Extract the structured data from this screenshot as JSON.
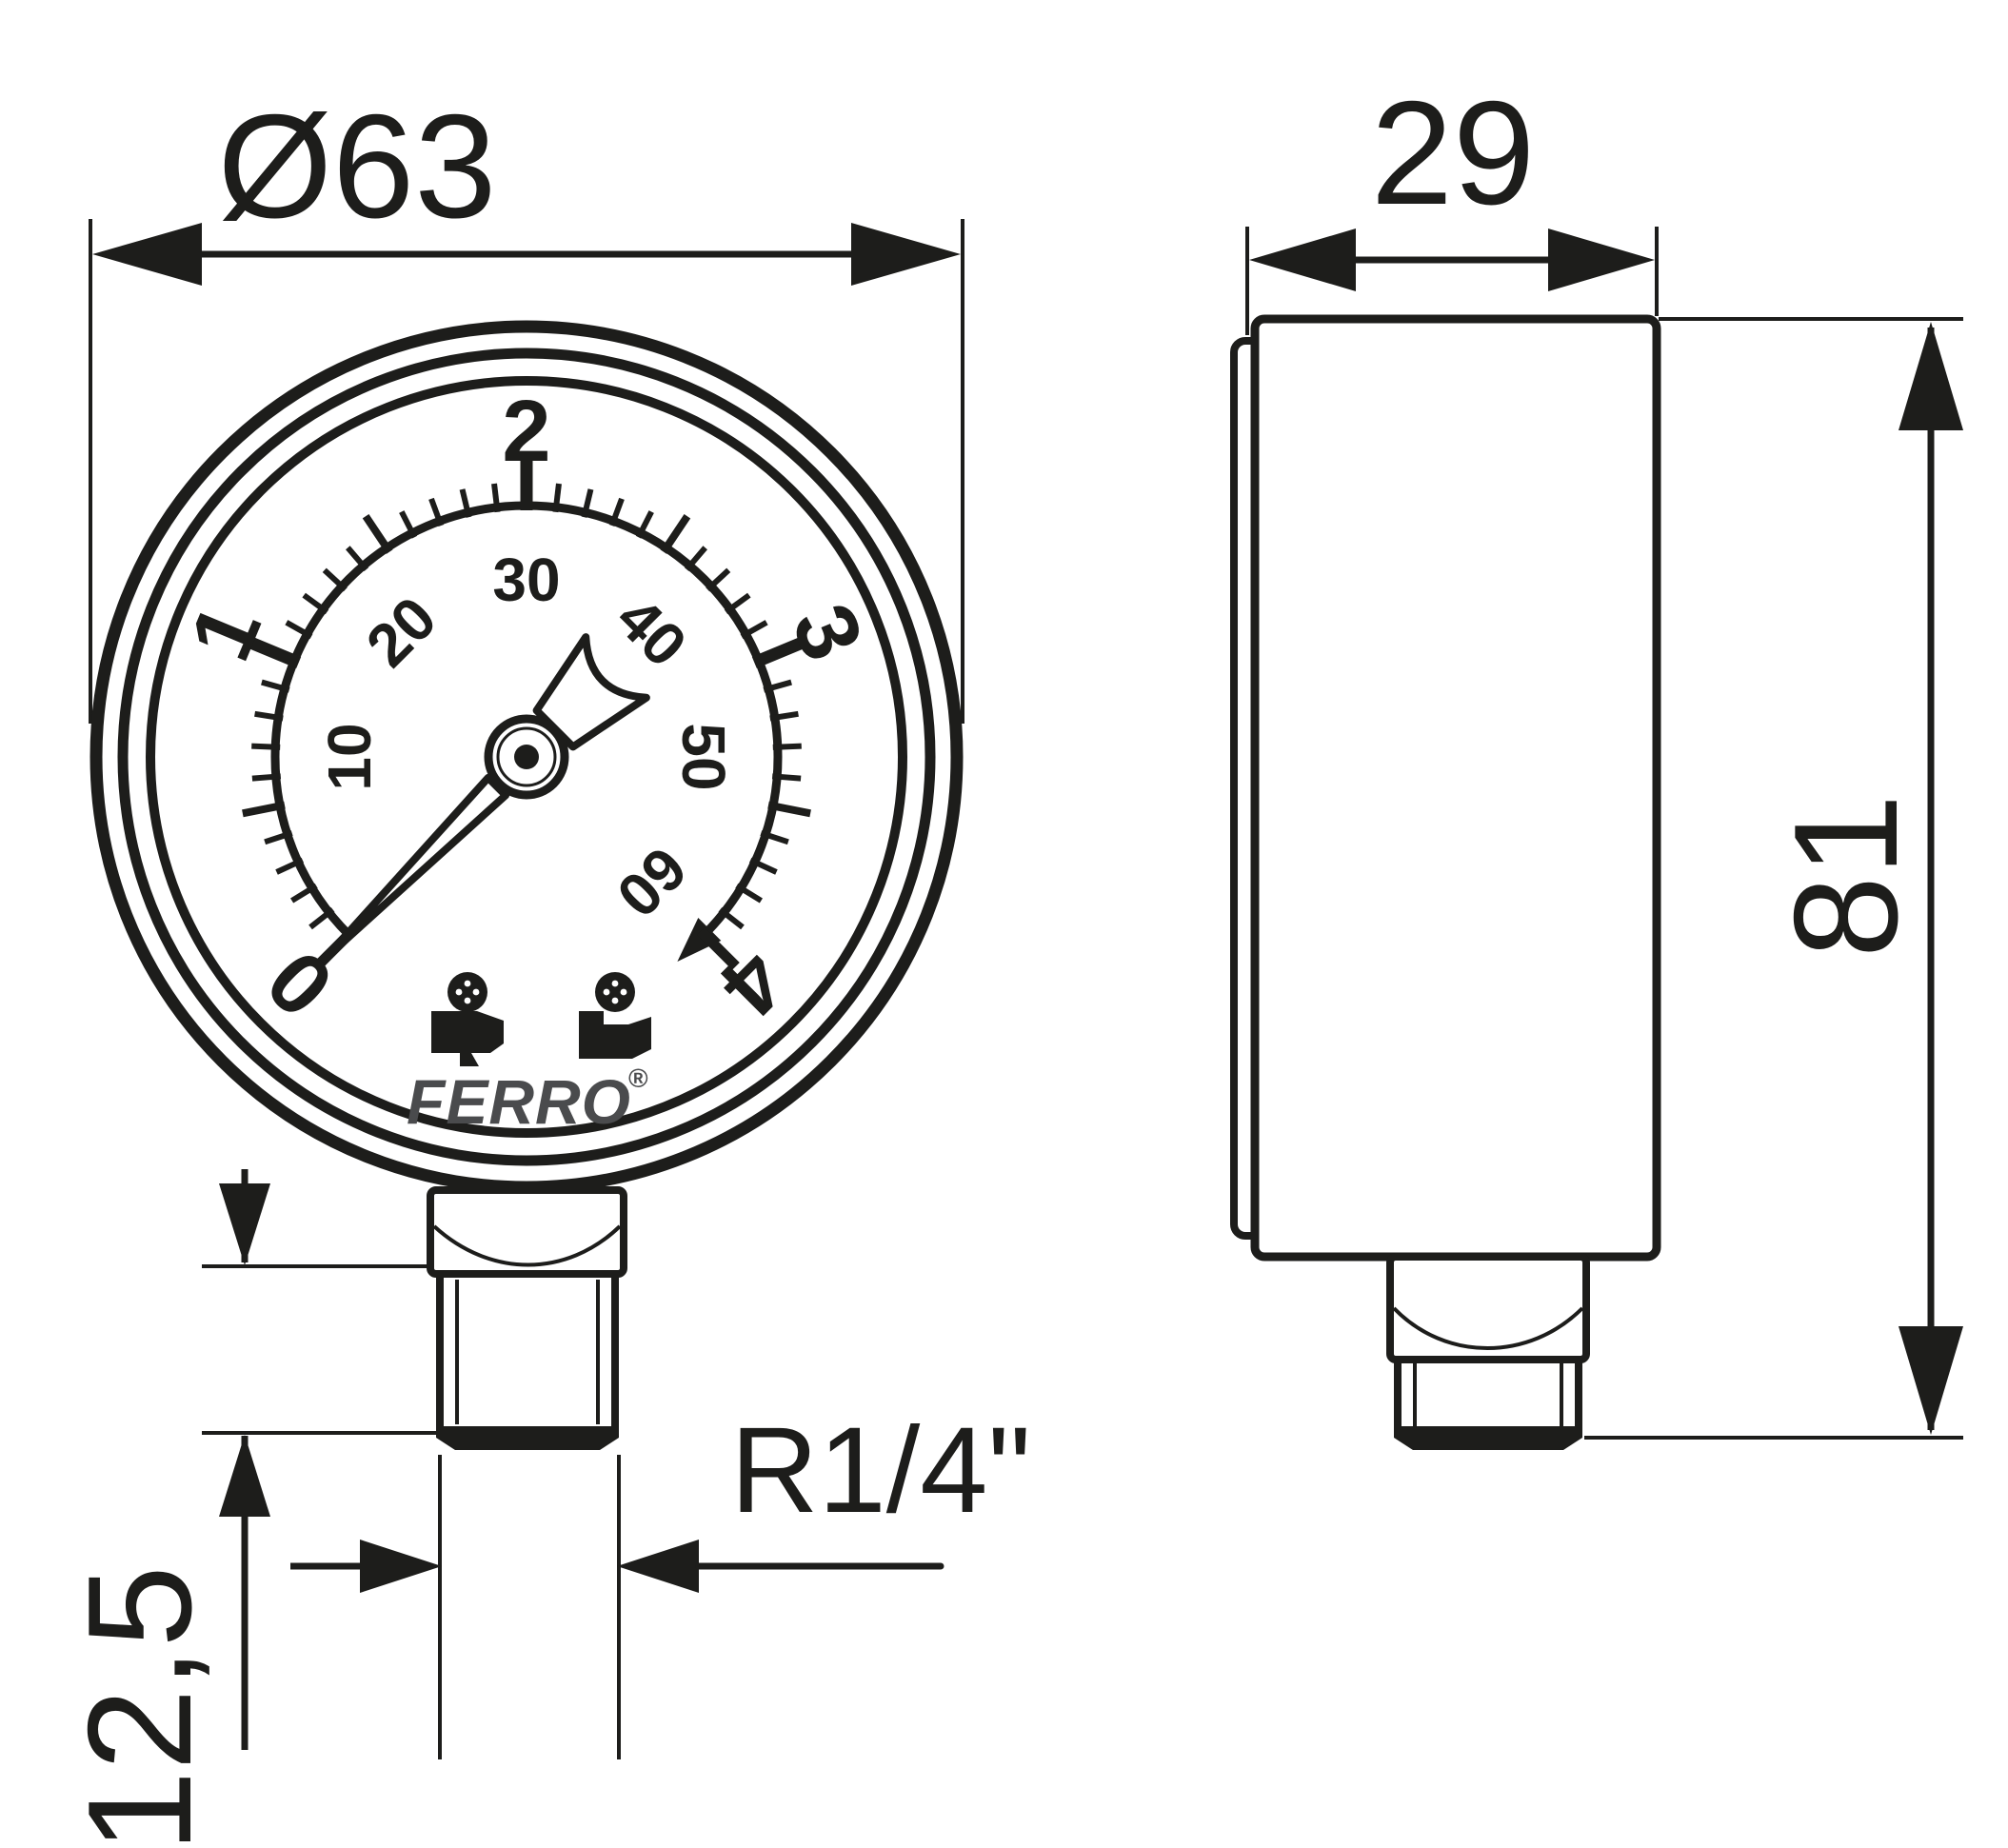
{
  "front_view": {
    "dim_diameter": "Ø63",
    "dim_thread_length": "12,5",
    "dim_thread": "R1/4\"",
    "brand": "FERRO",
    "brand_reg": "®",
    "dial": {
      "outer_labels": [
        "0",
        "1",
        "2",
        "3",
        "4"
      ],
      "outer_min": 0,
      "outer_max": 4,
      "inner_labels": [
        "10",
        "20",
        "30",
        "40",
        "50",
        "60"
      ],
      "inner_start": 10,
      "inner_step": 10,
      "inner_units_per_outer": 15,
      "needle_value": 0,
      "start_angle_deg": 225,
      "end_angle_deg": -45
    },
    "icons": [
      "valve-pictogram-left",
      "valve-pictogram-right"
    ]
  },
  "side_view": {
    "dim_depth": "29",
    "dim_height": "81"
  },
  "colors": {
    "ink": "#1d1d1b",
    "brand_gray": "#4a4b4d",
    "background": "#ffffff"
  }
}
